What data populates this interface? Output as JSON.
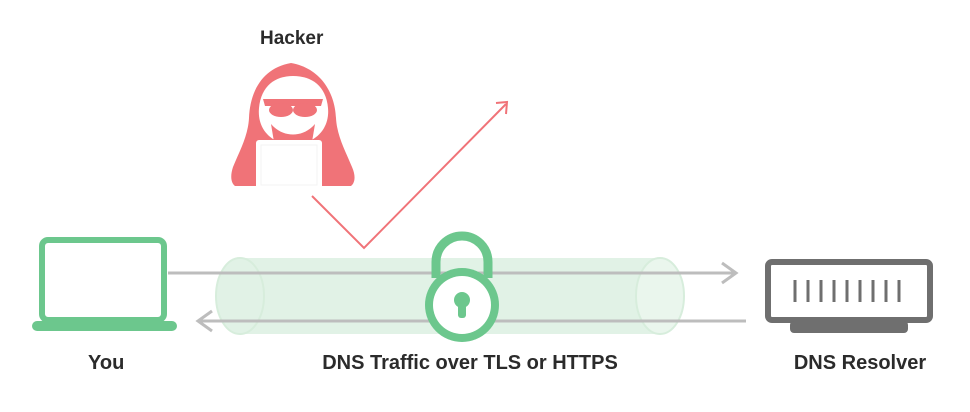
{
  "labels": {
    "hacker": "Hacker",
    "you": "You",
    "tunnel": "DNS Traffic over TLS or HTTPS",
    "resolver": "DNS Resolver"
  },
  "colors": {
    "hacker": "#f07378",
    "laptop": "#6cc78d",
    "lock": "#6cc78d",
    "tunnel_fill": "#e1f2e6",
    "tunnel_edge": "#d7eddc",
    "arrows": "#bdbdbd",
    "server": "#6f6f6f",
    "text": "#2b2b2b"
  },
  "icons": {
    "hacker": "hooded-hacker-icon",
    "you": "laptop-icon",
    "lock": "padlock-icon",
    "resolver": "server-icon"
  }
}
